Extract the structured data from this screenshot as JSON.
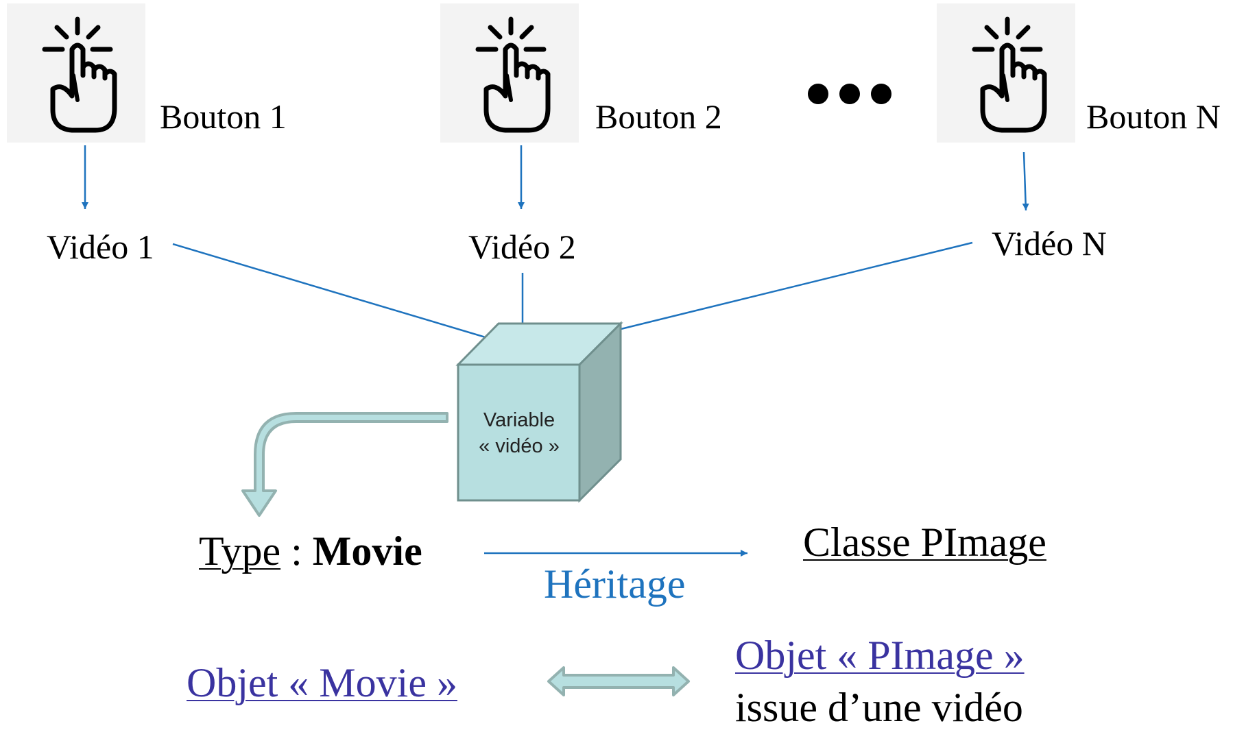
{
  "buttons": [
    {
      "label": "Bouton 1",
      "icon": "tap-hand-icon"
    },
    {
      "label": "Bouton 2",
      "icon": "tap-hand-icon"
    },
    {
      "label": "Bouton N",
      "icon": "tap-hand-icon"
    }
  ],
  "ellipsis": "•••",
  "videos": [
    "Vidéo 1",
    "Vidéo 2",
    "Vidéo N"
  ],
  "variable_box": {
    "line1": "Variable",
    "line2": "« vidéo »"
  },
  "type": {
    "label": "Type",
    "separator": " : ",
    "value": "Movie"
  },
  "inheritance_label": "Héritage",
  "class_label": "Classe PImage",
  "object_movie": "Objet « Movie »",
  "object_pimage": {
    "line1": "Objet « PImage »",
    "line2": "issue d’une vidéo"
  },
  "colors": {
    "arrow": "#1e73be",
    "cube_front": "#b7dfe0",
    "cube_top": "#c7e8e9",
    "cube_side": "#93b2b0",
    "cube_edge": "#6f8f8d",
    "link": "#3a33a0",
    "icon_bg": "#f3f3f3"
  }
}
